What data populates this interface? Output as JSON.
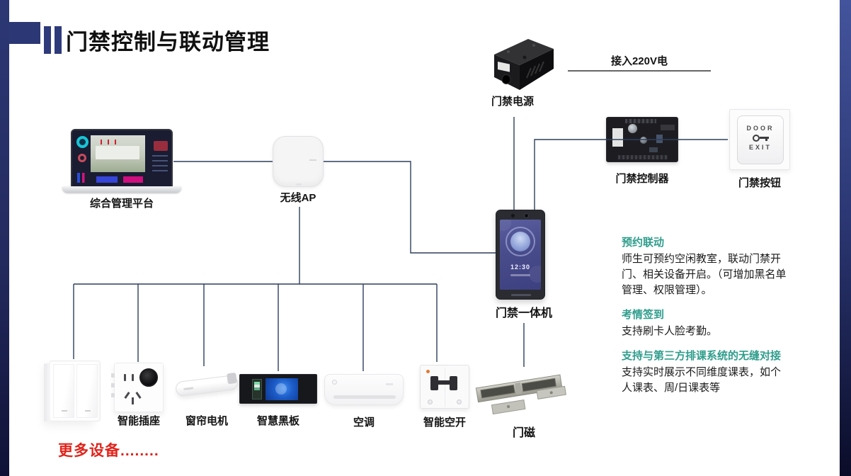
{
  "title": "门禁控制与联动管理",
  "colors": {
    "edge_navy": "#2c3875",
    "accent_bar": "#2e3a7a",
    "wire": "#2e3e5c",
    "heading_teal": "#2f9d8c",
    "more_red": "#e0241b"
  },
  "nodes": {
    "platform": {
      "label": "综合管理平台"
    },
    "ap": {
      "label": "无线AP"
    },
    "power": {
      "label": "门禁电源",
      "line_note": "接入220V电"
    },
    "controller": {
      "label": "门禁控制器"
    },
    "door_button": {
      "label": "门禁按钮",
      "text_top": "DOOR",
      "text_bottom": "EXIT"
    },
    "terminal": {
      "label": "门禁一体机",
      "screen_time": "12:30"
    },
    "door_magnet": {
      "label": "门磁"
    }
  },
  "devices": [
    {
      "id": "wall-switch",
      "label": ""
    },
    {
      "id": "smart-socket",
      "label": "智能插座"
    },
    {
      "id": "curtain-motor",
      "label": "窗帘电机"
    },
    {
      "id": "smart-blackboard",
      "label": "智慧黑板"
    },
    {
      "id": "air-conditioner",
      "label": "空调"
    },
    {
      "id": "smart-breaker",
      "label": "智能空开"
    }
  ],
  "more_devices": "更多设备........",
  "info_panel": {
    "sections": [
      {
        "heading": "预约联动",
        "body": "师生可预约空闲教室，联动门禁开门、相关设备开启。（可增加黑名单管理、权限管理）。"
      },
      {
        "heading": "考情签到",
        "body": "支持刷卡人脸考勤。"
      },
      {
        "heading": "支持与第三方排课系统的无缝对接",
        "body": "支持实时展示不同维度课表，如个人课表、周/日课表等"
      }
    ]
  },
  "icons": {
    "door_key_icon": "key (ring + shaft) glyph",
    "camera_icon": "front camera dot on terminal"
  }
}
